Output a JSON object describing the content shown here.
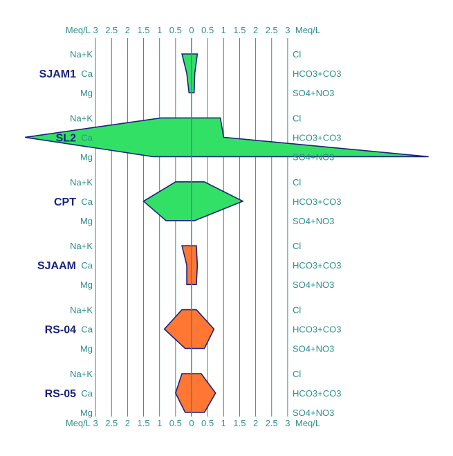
{
  "chart_data": {
    "type": "stiff",
    "axis_unit": "Meq/L",
    "xlim": [
      -3,
      3
    ],
    "ticks": [
      3,
      2.5,
      2,
      1.5,
      1,
      0.5,
      0,
      0.5,
      1,
      1.5,
      2,
      2.5,
      3
    ],
    "cation_labels": [
      "Na+K",
      "Ca",
      "Mg"
    ],
    "anion_labels": [
      "Cl",
      "HCO3+CO3",
      "SO4+NO3"
    ],
    "colors": {
      "grid": "#2f8f8f",
      "text": "#2f8f8f",
      "sample_name": "#1a237e",
      "outline": "#1a237e",
      "green_fill": "#33e066",
      "orange_fill": "#ff7733"
    },
    "samples": [
      {
        "name": "SJAM1",
        "fill": "green",
        "cations": [
          0.3,
          0.15,
          0.08
        ],
        "anions": [
          0.18,
          0.1,
          0.08
        ]
      },
      {
        "name": "SL2",
        "fill": "green",
        "cations": [
          0.95,
          5.2,
          1.2
        ],
        "anions": [
          0.9,
          1.0,
          7.4
        ]
      },
      {
        "name": "CPT",
        "fill": "green",
        "cations": [
          0.5,
          1.5,
          0.8
        ],
        "anions": [
          0.4,
          1.6,
          0.1
        ]
      },
      {
        "name": "SJAAM",
        "fill": "orange",
        "cations": [
          0.3,
          0.15,
          0.15
        ],
        "anions": [
          0.15,
          0.18,
          0.15
        ]
      },
      {
        "name": "RS-04",
        "fill": "orange",
        "cations": [
          0.3,
          0.85,
          0.2
        ],
        "anions": [
          0.15,
          0.7,
          0.4
        ]
      },
      {
        "name": "RS-05",
        "fill": "orange",
        "cations": [
          0.3,
          0.5,
          0.2
        ],
        "anions": [
          0.3,
          0.75,
          0.4
        ]
      }
    ]
  }
}
